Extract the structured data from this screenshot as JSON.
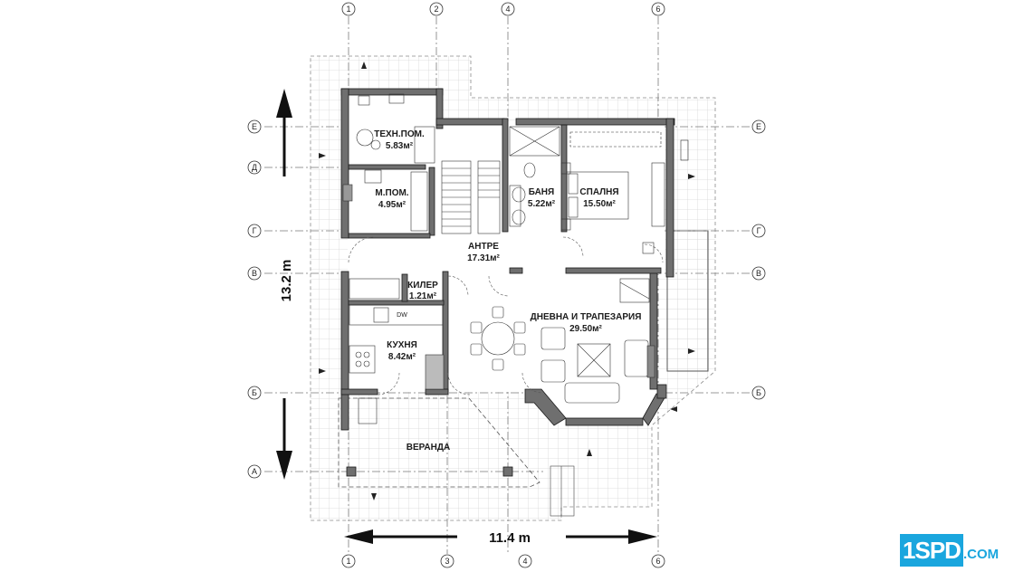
{
  "rooms": {
    "tech": {
      "name": "ТЕХН.ПОМ.",
      "area": "5.83м²"
    },
    "mpom": {
      "name": "М.ПОМ.",
      "area": "4.95м²"
    },
    "antre": {
      "name": "АНТРЕ",
      "area": "17.31м²"
    },
    "kiler": {
      "name": "КИЛЕР",
      "area": "1.21м²"
    },
    "kuhnya": {
      "name": "КУХНЯ",
      "area": "8.42м²"
    },
    "banya": {
      "name": "БАНЯ",
      "area": "5.22м²"
    },
    "spalnya": {
      "name": "СПАЛНЯ",
      "area": "15.50м²"
    },
    "dnevna": {
      "name": "ДНЕВНА И ТРАПЕЗАРИЯ",
      "area": "29.50м²"
    },
    "veranda": {
      "name": "ВЕРАНДА"
    }
  },
  "fixtures": {
    "dishwasher": "DW"
  },
  "axes": {
    "numbers_top": [
      "1",
      "2",
      "4",
      "6"
    ],
    "numbers_bottom": [
      "1",
      "3",
      "4",
      "6"
    ],
    "letters": [
      "Е",
      "Д",
      "Г",
      "В",
      "Б",
      "А"
    ]
  },
  "dimensions": {
    "width": "11.4 m",
    "height": "13.2 m"
  },
  "logo": {
    "part1": "1SPD",
    "part2": ".COM"
  },
  "colors": {
    "wall": "#6f6f6f",
    "wall_edge": "#1a1a1a",
    "grid": "#d7d7d7",
    "axis": "#7a7a7a",
    "brand": "#1aa6de"
  }
}
